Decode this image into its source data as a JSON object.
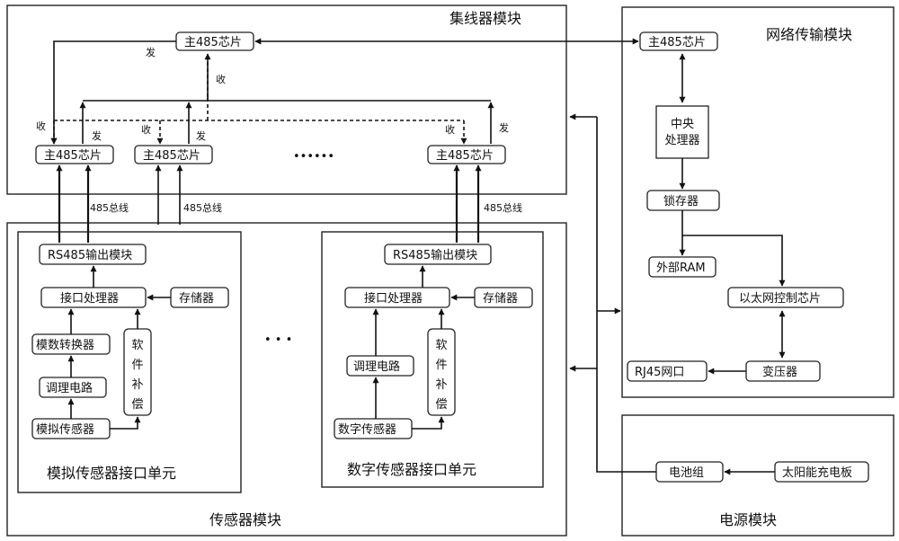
{
  "modules": {
    "hub": "集线器模块",
    "network": "网络传输模块",
    "sensor": "传感器模块",
    "power": "电源模块"
  },
  "units": {
    "analog": "模拟传感器接口单元",
    "digital": "数字传感器接口单元"
  },
  "hub": {
    "master_chip": "主485芯片",
    "send": "发",
    "receive": "收",
    "bus": "485总线",
    "ellipsis": "••••••"
  },
  "analog_unit": {
    "rs485": "RS485输出模块",
    "interface_processor": "接口处理器",
    "memory": "存储器",
    "adc": "模数转换器",
    "conditioning": "调理电路",
    "sensor": "模拟传感器",
    "software_comp": "软件补偿"
  },
  "digital_unit": {
    "rs485": "RS485输出模块",
    "interface_processor": "接口处理器",
    "memory": "存储器",
    "conditioning": "调理电路",
    "sensor": "数字传感器",
    "software_comp": "软件补偿"
  },
  "sensor_ellipsis": "• • •",
  "network": {
    "master_chip": "主485芯片",
    "cpu_line1": "中央",
    "cpu_line2": "处理器",
    "latch": "锁存器",
    "ext_ram": "外部RAM",
    "eth_ctrl": "以太网控制芯片",
    "rj45": "RJ45网口",
    "transformer": "变压器"
  },
  "power": {
    "battery": "电池组",
    "solar": "太阳能充电板"
  },
  "colors": {
    "stroke": "#222222",
    "background": "#ffffff"
  }
}
